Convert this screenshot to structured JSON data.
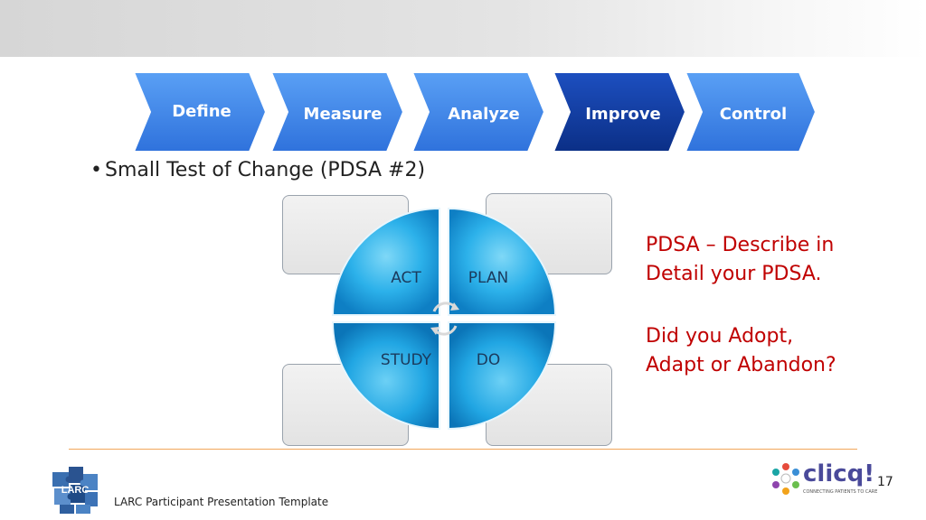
{
  "process_steps": [
    {
      "label": "Define",
      "active": false
    },
    {
      "label": "Measure",
      "active": false
    },
    {
      "label": "Analyze",
      "active": false
    },
    {
      "label": "Improve",
      "active": true
    },
    {
      "label": "Control",
      "active": false
    }
  ],
  "colors": {
    "step": "#3d83e8",
    "step_active": "#0f3fa6",
    "accent_red": "#c00000",
    "rule": "#f2a65a"
  },
  "bullet": "Small Test of Change (PDSA #2)",
  "cycle": {
    "act": "ACT",
    "plan": "PLAN",
    "study": "STUDY",
    "do": "DO"
  },
  "instructions": {
    "line1": "PDSA – Describe in",
    "line2": "Detail your PDSA.",
    "line3": "Did you Adopt,",
    "line4": "Adapt or Abandon?"
  },
  "footer": {
    "template_name": "LARC Participant Presentation Template",
    "page_number": "17"
  },
  "logos": {
    "larc": "LARC",
    "clicq": "clicq!",
    "clicq_tagline": "CONNECTING PATIENTS TO CARE"
  }
}
